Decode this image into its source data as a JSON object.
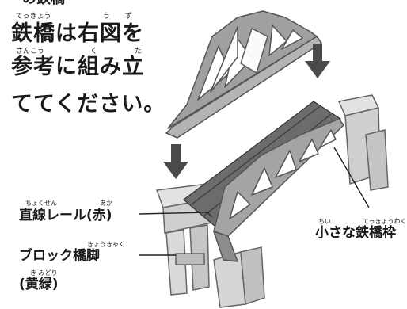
{
  "header": {
    "title": "の鉄橋",
    "bar_color": "#222222"
  },
  "instructions": {
    "line1": "鉄橋は右図を",
    "line2": "参考に組み立",
    "line3": "ててください。",
    "ruby1": [
      "てっきょう",
      "う",
      "ず"
    ],
    "ruby2": [
      "さんこう",
      "く",
      "た"
    ]
  },
  "labels": {
    "rail": {
      "text": "直線レール(赤)",
      "ruby_main": "ちょくせん",
      "ruby_aka": "あか"
    },
    "bridge_frame": {
      "text": "小さな鉄橋枠",
      "ruby_chii": "ちい",
      "ruby_tekkyouwaku": "てっきょうわく"
    },
    "block_pier": {
      "text": "ブロック橋脚",
      "ruby": "きょうきゃく"
    },
    "block_pier_color": {
      "text": "(黄緑)",
      "ruby": "き みどり"
    }
  },
  "colors": {
    "truss": "#9e9e9e",
    "truss_dark": "#6f6f6f",
    "rail": "#5a5a5a",
    "pier": "#dcdcdc",
    "pier_dark": "#a8a8a8",
    "arrow": "#4a4a4a"
  }
}
